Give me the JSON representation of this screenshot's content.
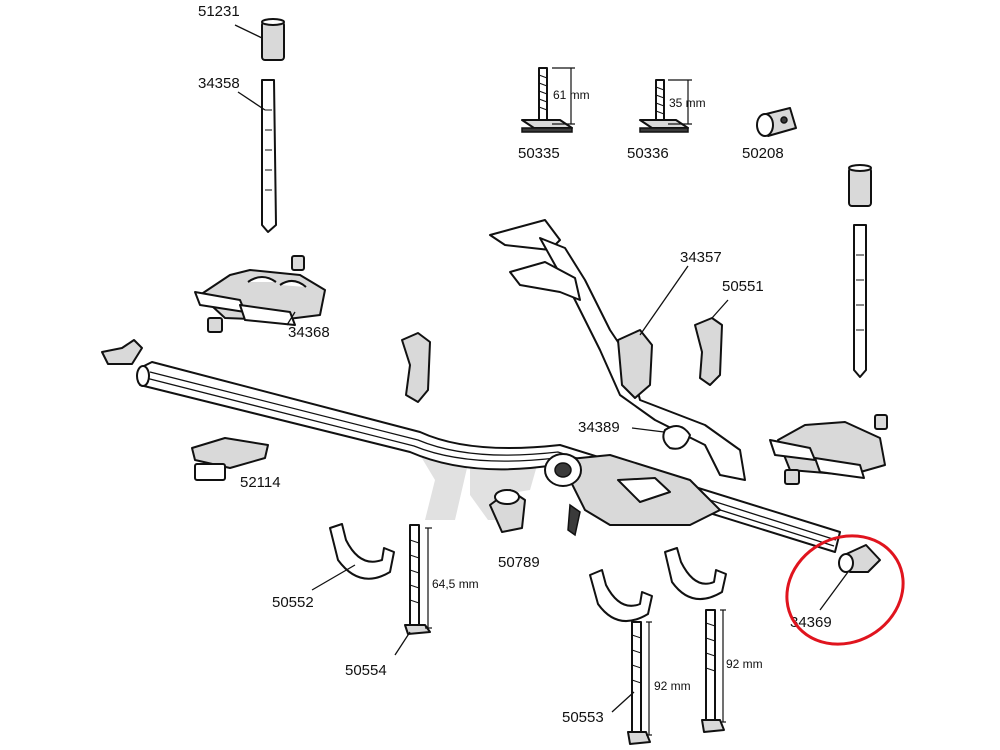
{
  "parts": {
    "p51231": "51231",
    "p34358": "34358",
    "p50335": "50335",
    "p50336": "50336",
    "p50208": "50208",
    "p34357": "34357",
    "p50551": "50551",
    "p34368": "34368",
    "p34389": "34389",
    "p52114": "52114",
    "p50789": "50789",
    "p50552": "50552",
    "p50554": "50554",
    "p50553": "50553",
    "p34369": "34369"
  },
  "dimensions": {
    "d61": "61 mm",
    "d35": "35 mm",
    "d645": "64,5 mm",
    "d92a": "92 mm",
    "d92b": "92 mm"
  },
  "highlight": {
    "part": "34369",
    "color": "#e0141e"
  }
}
